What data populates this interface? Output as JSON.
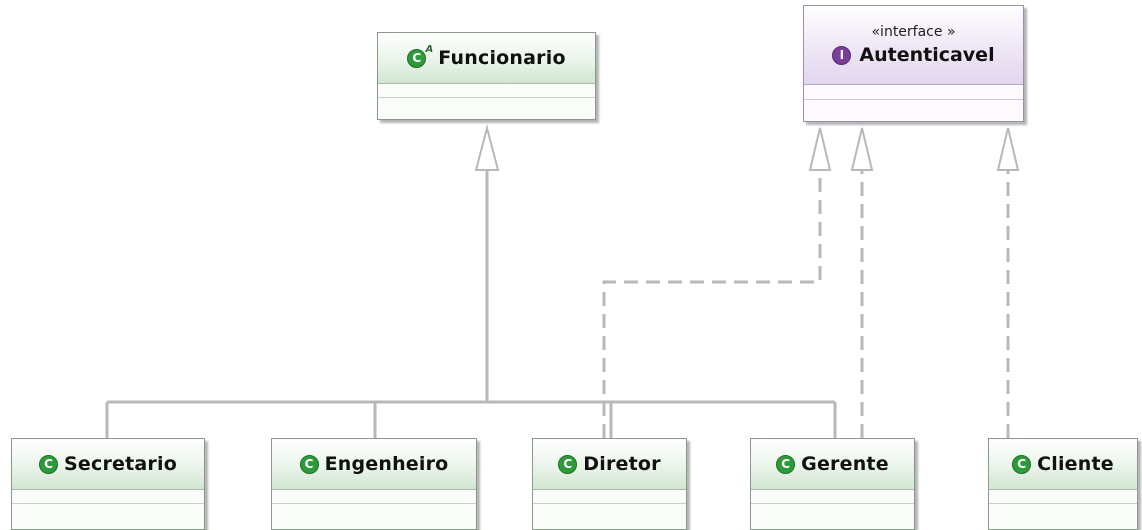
{
  "abstract_class": {
    "name": "Funcionario",
    "icon": "abstract-class-icon",
    "icon_glyph": "C",
    "abstract_mark": "A"
  },
  "interface": {
    "stereotype": "«interface »",
    "name": "Autenticavel",
    "icon": "interface-icon",
    "icon_glyph": "I"
  },
  "classes": [
    {
      "name": "Secretario",
      "icon_glyph": "C"
    },
    {
      "name": "Engenheiro",
      "icon_glyph": "C"
    },
    {
      "name": "Diretor",
      "icon_glyph": "C"
    },
    {
      "name": "Gerente",
      "icon_glyph": "C"
    },
    {
      "name": "Cliente",
      "icon_glyph": "C"
    }
  ],
  "relationships": [
    {
      "type": "generalization",
      "from": "Secretario",
      "to": "Funcionario"
    },
    {
      "type": "generalization",
      "from": "Engenheiro",
      "to": "Funcionario"
    },
    {
      "type": "generalization",
      "from": "Diretor",
      "to": "Funcionario"
    },
    {
      "type": "generalization",
      "from": "Gerente",
      "to": "Funcionario"
    },
    {
      "type": "realization",
      "from": "Diretor",
      "to": "Autenticavel"
    },
    {
      "type": "realization",
      "from": "Gerente",
      "to": "Autenticavel"
    },
    {
      "type": "realization",
      "from": "Cliente",
      "to": "Autenticavel"
    }
  ],
  "colors": {
    "class_accent": "#2e9a3a",
    "interface_accent": "#7a3d9a",
    "edge": "#b8b8b8"
  }
}
